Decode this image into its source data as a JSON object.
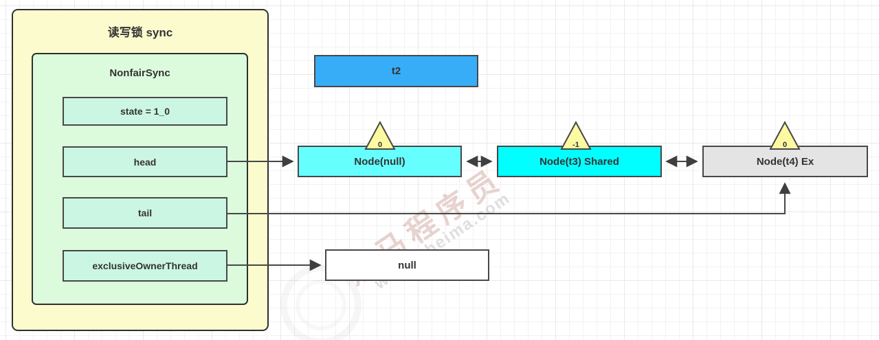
{
  "sync_container": {
    "title": "读写锁 sync",
    "inner": {
      "title": "NonfairSync",
      "fields": [
        {
          "label": "state = 1_0"
        },
        {
          "label": "head"
        },
        {
          "label": "tail"
        },
        {
          "label": "exclusiveOwnerThread"
        }
      ]
    }
  },
  "thread_box": {
    "label": "t2"
  },
  "queue_nodes": [
    {
      "label": "Node(null)",
      "wait_status": "0"
    },
    {
      "label": "Node(t3) Shared",
      "wait_status": "-1"
    },
    {
      "label": "Node(t4) Ex",
      "wait_status": "0"
    }
  ],
  "null_box": {
    "label": "null"
  },
  "watermark": {
    "brand": "黑马程序员",
    "url": "www.itheima.com"
  },
  "colors": {
    "outer_fill": "#FBFBCE",
    "inner_fill": "#DCFADC",
    "field_fill": "#CCF6E4",
    "thread_fill": "#38ADF7",
    "node_null_fill": "#66FFFF",
    "node_shared_fill": "#00FFFF",
    "node_ex_fill": "#E4E4E4",
    "triangle_fill": "#FCF9A0",
    "null_fill": "#FFFFFF",
    "arrow": "#474747",
    "text": "#333333"
  }
}
